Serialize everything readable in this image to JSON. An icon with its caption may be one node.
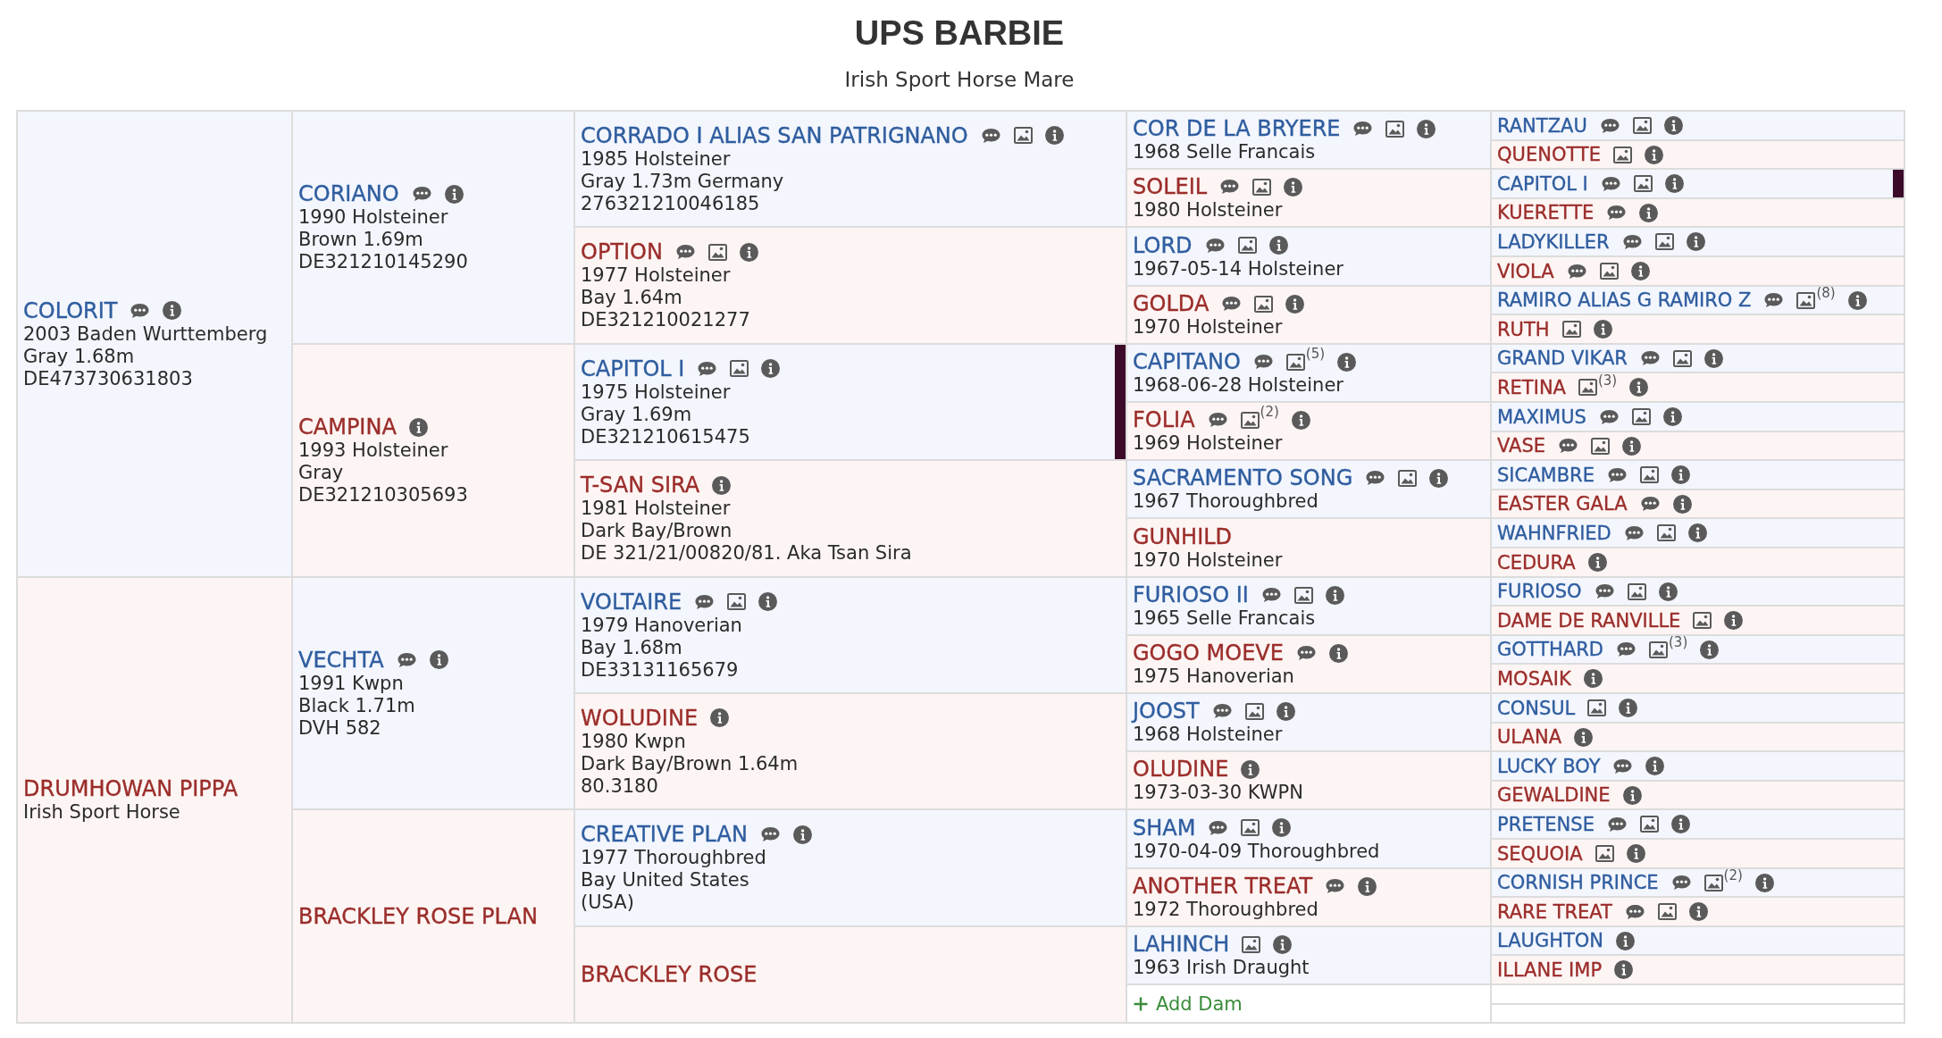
{
  "diagram": {
    "title": "UPS BARBIE",
    "nodes": [
      {
        "text": [
          "COLORIT",
          "2003 Baden Wurttemberg",
          "Gray 1.68m",
          "DE473730631803"
        ]
      },
      {
        "text": [
          "CORIANO",
          "1990 Holsteiner",
          "Brown 1.69m",
          "DE321210145290"
        ]
      },
      {
        "text": [
          "CORRADO I ALIAS SAN PATRIGNANO",
          "1985 Holsteiner",
          "Gray 1.73m Germany",
          "276321210046185"
        ]
      },
      {
        "text": [
          "COR DE LA BRYERE",
          "1968 Selle Francais"
        ]
      },
      {
        "text": [
          "RANTZAU"
        ]
      },
      {
        "text": [
          "QUENOTTE"
        ]
      },
      {
        "text": [
          "SOLEIL",
          "1980 Holsteiner"
        ]
      },
      {
        "text": [
          "CAPITOL I"
        ]
      },
      {
        "text": [
          "KUERETTE"
        ]
      },
      {
        "text": [
          "OPTION",
          "1977 Holsteiner",
          "Bay 1.64m",
          "DE321210021277"
        ]
      },
      {
        "text": [
          "LORD",
          "1967-05-14 Holsteiner"
        ]
      },
      {
        "text": [
          "LADYKILLER"
        ]
      },
      {
        "text": [
          "VIOLA"
        ]
      },
      {
        "text": [
          "GOLDA",
          "1970 Holsteiner"
        ]
      },
      {
        "text": [
          "RAMIRO ALIAS G RAMIRO Z",
          "(8)"
        ]
      },
      {
        "text": [
          "RUTH"
        ]
      },
      {
        "text": [
          "CAMPINA",
          "1993 Holsteiner",
          "Gray",
          "DE321210305693"
        ]
      },
      {
        "text": [
          "CAPITOL I",
          "1975 Holsteiner",
          "Gray 1.69m",
          "DE321210615475"
        ]
      },
      {
        "text": [
          "CAPITANO",
          "(5)",
          "1968-06-28 Holsteiner"
        ]
      },
      {
        "text": [
          "GRAND VIKAR"
        ]
      },
      {
        "text": [
          "RETINA",
          "(3)"
        ]
      },
      {
        "text": [
          "FOLIA",
          "(2)",
          "1969 Holsteiner"
        ]
      },
      {
        "text": [
          "MAXIMUS"
        ]
      },
      {
        "text": [
          "VASE"
        ]
      },
      {
        "text": [
          "T-SAN SIRA",
          "1981 Holsteiner",
          "Dark Bay/Brown",
          "DE 321/21/00820/81. Aka Tsan Sira"
        ]
      },
      {
        "text": [
          "SACRAMENTO SONG",
          "1967 Thoroughbred"
        ]
      },
      {
        "text": [
          "SICAMBRE"
        ]
      },
      {
        "text": [
          "EASTER GALA"
        ]
      },
      {
        "text": [
          "GUNHILD",
          "1970 Holsteiner"
        ]
      },
      {
        "text": [
          "WAHNFRIED"
        ]
      },
      {
        "text": [
          "CEDURA"
        ]
      },
      {
        "text": [
          "DRUMHOWAN PIPPA",
          "Irish Sport Horse"
        ]
      },
      {
        "text": [
          "VECHTA",
          "1991 Kwpn",
          "Black 1.71m",
          "DVH 582"
        ]
      },
      {
        "text": [
          "VOLTAIRE",
          "1979 Hanoverian",
          "Bay 1.68m",
          "DE33131165679"
        ]
      },
      {
        "text": [
          "FURIOSO II",
          "1965 Selle Francais"
        ]
      },
      {
        "text": [
          "FURIOSO"
        ]
      },
      {
        "text": [
          "DAME DE RANVILLE"
        ]
      },
      {
        "text": [
          "GOGO MOEVE",
          "1975 Hanoverian"
        ]
      },
      {
        "text": [
          "GOTTHARD",
          "(3)"
        ]
      },
      {
        "text": [
          "MOSAIK"
        ]
      },
      {
        "text": [
          "WOLUDINE",
          "1980 Kwpn",
          "Dark Bay/Brown 1.64m",
          "80.3180"
        ]
      },
      {
        "text": [
          "JOOST",
          "1968 Holsteiner"
        ]
      },
      {
        "text": [
          "CONSUL"
        ]
      },
      {
        "text": [
          "ULANA"
        ]
      },
      {
        "text": [
          "OLUDINE",
          "1973-03-30 KWPN"
        ]
      },
      {
        "text": [
          "LUCKY BOY"
        ]
      },
      {
        "text": [
          "GEWALDINE"
        ]
      },
      {
        "text": [
          "BRACKLEY ROSE PLAN"
        ]
      },
      {
        "text": [
          "CREATIVE PLAN",
          "1977 Thoroughbred",
          "Bay United States",
          "(USA)"
        ]
      },
      {
        "text": [
          "SHAM",
          "1970-04-09 Thoroughbred"
        ]
      },
      {
        "text": [
          "PRETENSE"
        ]
      },
      {
        "text": [
          "SEQUOIA"
        ]
      },
      {
        "text": [
          "ANOTHER TREAT",
          "1972 Thoroughbred"
        ]
      },
      {
        "text": [
          "CORNISH PRINCE",
          "(2)"
        ]
      },
      {
        "text": [
          "RARE TREAT"
        ]
      },
      {
        "text": [
          "BRACKLEY ROSE"
        ]
      },
      {
        "text": [
          "LAHINCH",
          "1963 Irish Draught"
        ]
      },
      {
        "text": [
          "LAUGHTON"
        ]
      },
      {
        "text": [
          "ILLANE IMP"
        ]
      },
      {
        "text": [
          "Add Dam"
        ]
      },
      {
        "text": [],
        "shape": "box"
      },
      {
        "text": [],
        "shape": "box"
      }
    ],
    "labels": [
      "Irish Sport Horse Mare"
    ]
  }
}
